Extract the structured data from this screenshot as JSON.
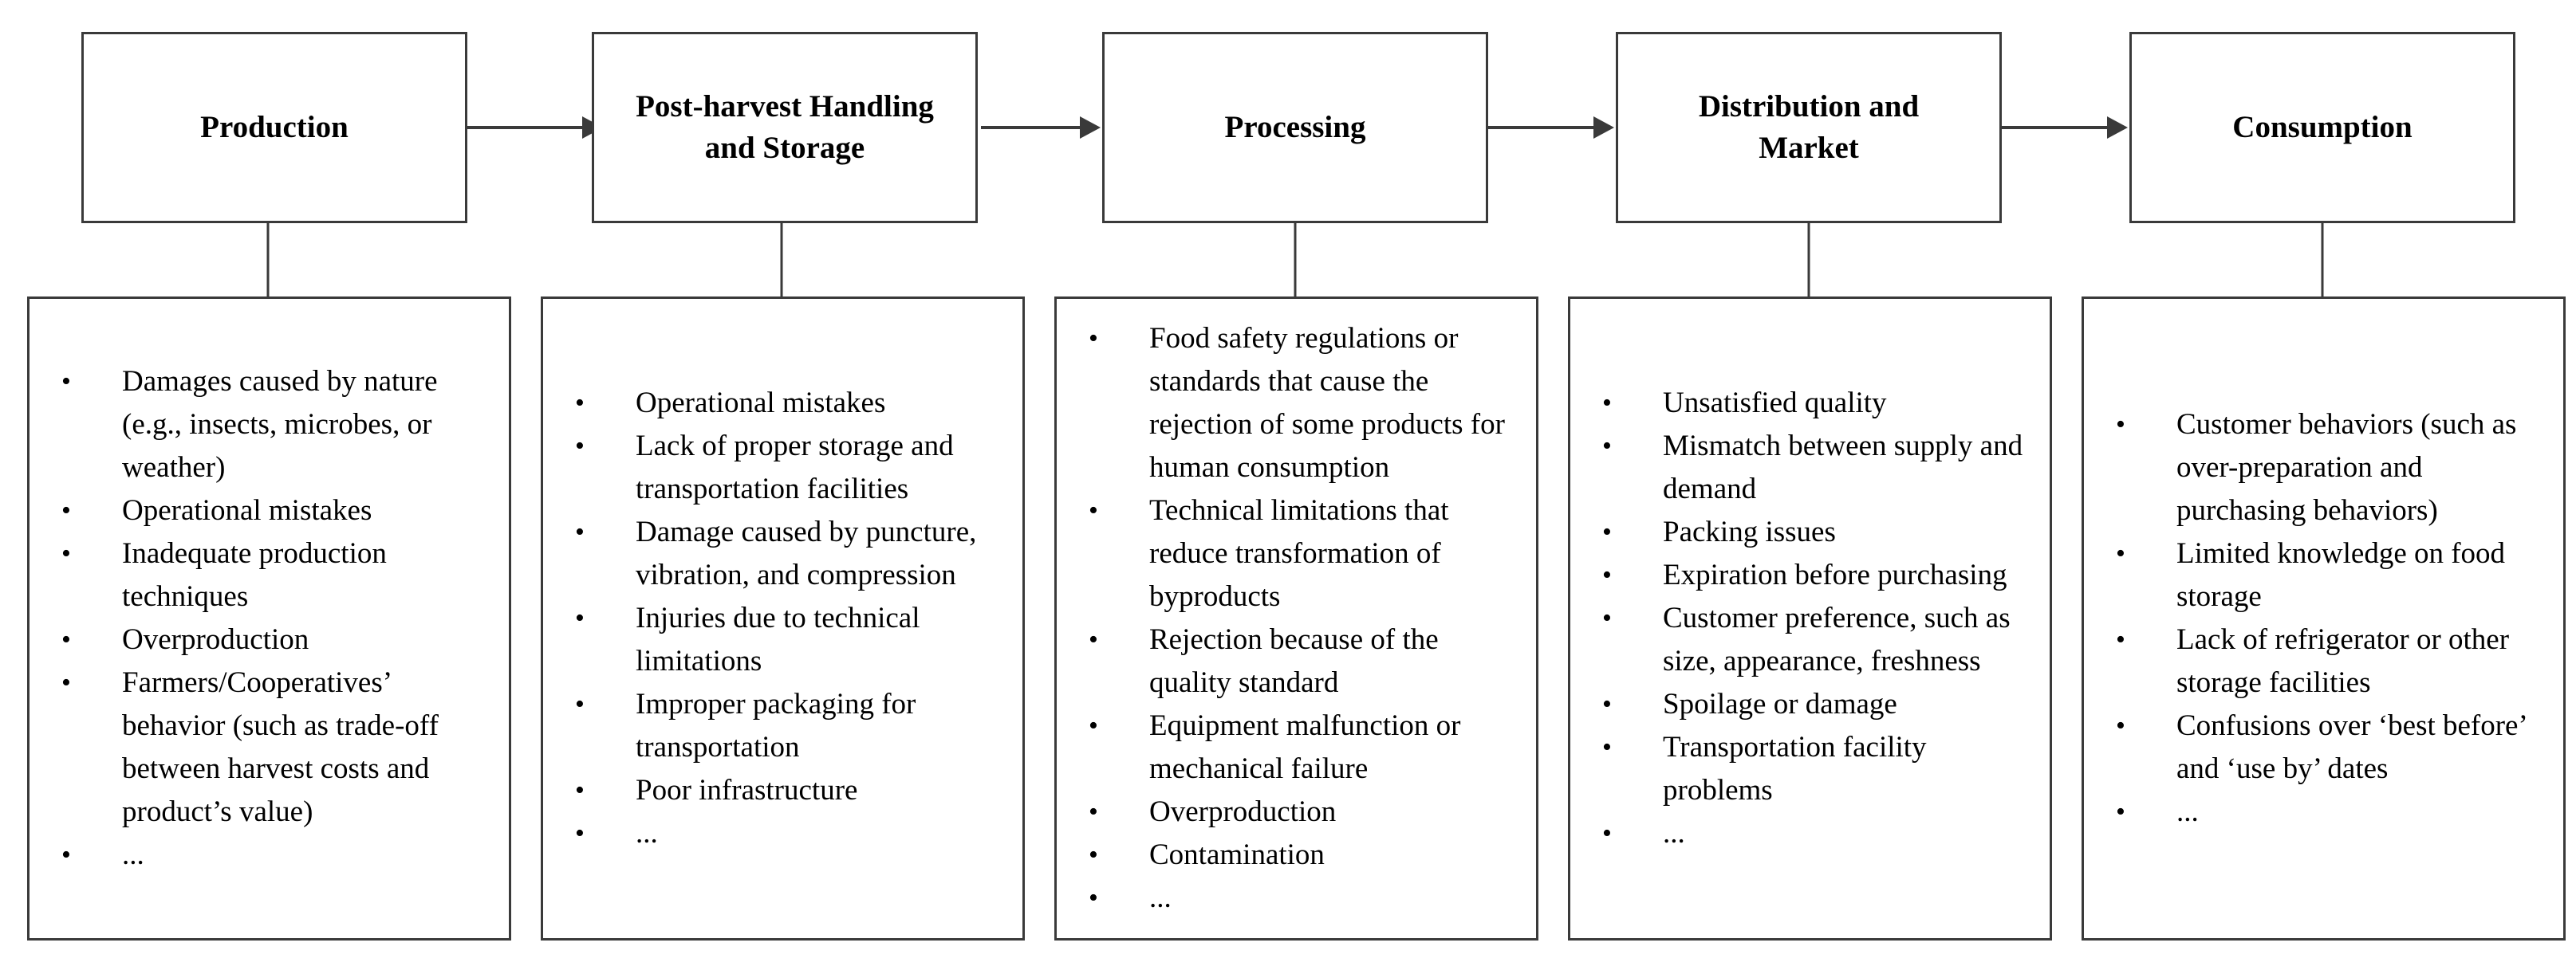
{
  "stages": [
    {
      "title": "Production",
      "issues": [
        "Damages caused by nature (e.g., insects, microbes, or weather)",
        "Operational mistakes",
        "Inadequate production techniques",
        "Overproduction",
        "Farmers/Cooperatives’ behavior (such as trade-off between harvest costs and product’s value)",
        "..."
      ]
    },
    {
      "title": "Post-harvest Handling\nand Storage",
      "issues": [
        "Operational mistakes",
        "Lack of proper storage and transportation facilities",
        "Damage caused by puncture, vibration, and compression",
        "Injuries due to technical limitations",
        "Improper packaging for transportation",
        "Poor infrastructure",
        "..."
      ]
    },
    {
      "title": "Processing",
      "issues": [
        "Food safety regulations or standards that cause the rejection of some products for human consumption",
        "Technical limitations that reduce transformation of byproducts",
        "Rejection because of the quality standard",
        "Equipment malfunction or mechanical failure",
        "Overproduction",
        "Contamination",
        "..."
      ]
    },
    {
      "title": "Distribution and\nMarket",
      "issues": [
        "Unsatisfied quality",
        "Mismatch between supply and demand",
        "Packing issues",
        "Expiration before purchasing",
        "Customer preference, such as size, appearance, freshness",
        "Spoilage or damage",
        "Transportation facility problems",
        "..."
      ]
    },
    {
      "title": "Consumption",
      "issues": [
        "Customer behaviors (such as over-preparation and purchasing behaviors)",
        "Limited knowledge on food storage",
        "Lack of refrigerator or other storage facilities",
        "Confusions over ‘best before’ and ‘use by’ dates",
        "..."
      ]
    }
  ]
}
